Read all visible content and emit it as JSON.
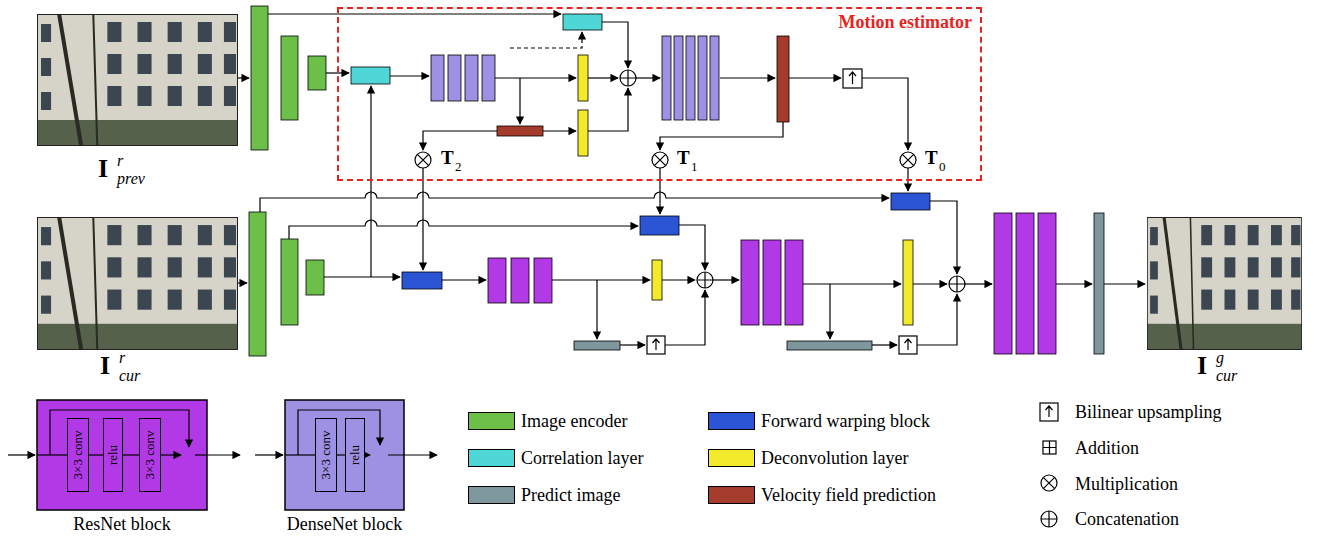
{
  "diagram": {
    "nodes": [
      {
        "text": [
          "Motion estimator"
        ]
      },
      {
        "text": [
          "ResNet block"
        ]
      },
      {
        "text": [
          "3×3 conv"
        ],
        "in": 1
      },
      {
        "text": [
          "relu"
        ],
        "in": 1
      },
      {
        "text": [
          "3×3 conv"
        ],
        "in": 1
      },
      {
        "text": [
          "DenseNet block"
        ]
      },
      {
        "text": [
          "3×3 conv"
        ],
        "in": 5
      },
      {
        "text": [
          "relu"
        ],
        "in": 5
      }
    ],
    "edges": [
      {
        "from": 2,
        "to": 3,
        "arrow": "none"
      },
      {
        "from": 3,
        "to": 4,
        "arrow": "none"
      },
      {
        "from": 6,
        "to": 7,
        "arrow": "none"
      }
    ],
    "labels": [
      "I",
      "r",
      "prev",
      "T",
      "2",
      "T",
      "1",
      "T",
      "0",
      "I",
      "r",
      "cur",
      "I",
      "g",
      "cur"
    ],
    "legend": [
      {
        "text": "Image encoder",
        "color": "#6cc04a"
      },
      {
        "text": "Correlation layer",
        "color": "#4fd6d6"
      },
      {
        "text": "Predict image",
        "color": "#7d979c"
      },
      {
        "text": "Forward warping block",
        "color": "#2c55d6"
      },
      {
        "text": "Deconvolution layer",
        "color": "#f3ea2c"
      },
      {
        "text": "Velocity field prediction",
        "color": "#a53b2b"
      },
      {
        "text": "Bilinear upsampling"
      },
      {
        "text": "Addition"
      },
      {
        "text": "Multiplication"
      },
      {
        "text": "Concatenation"
      }
    ]
  }
}
